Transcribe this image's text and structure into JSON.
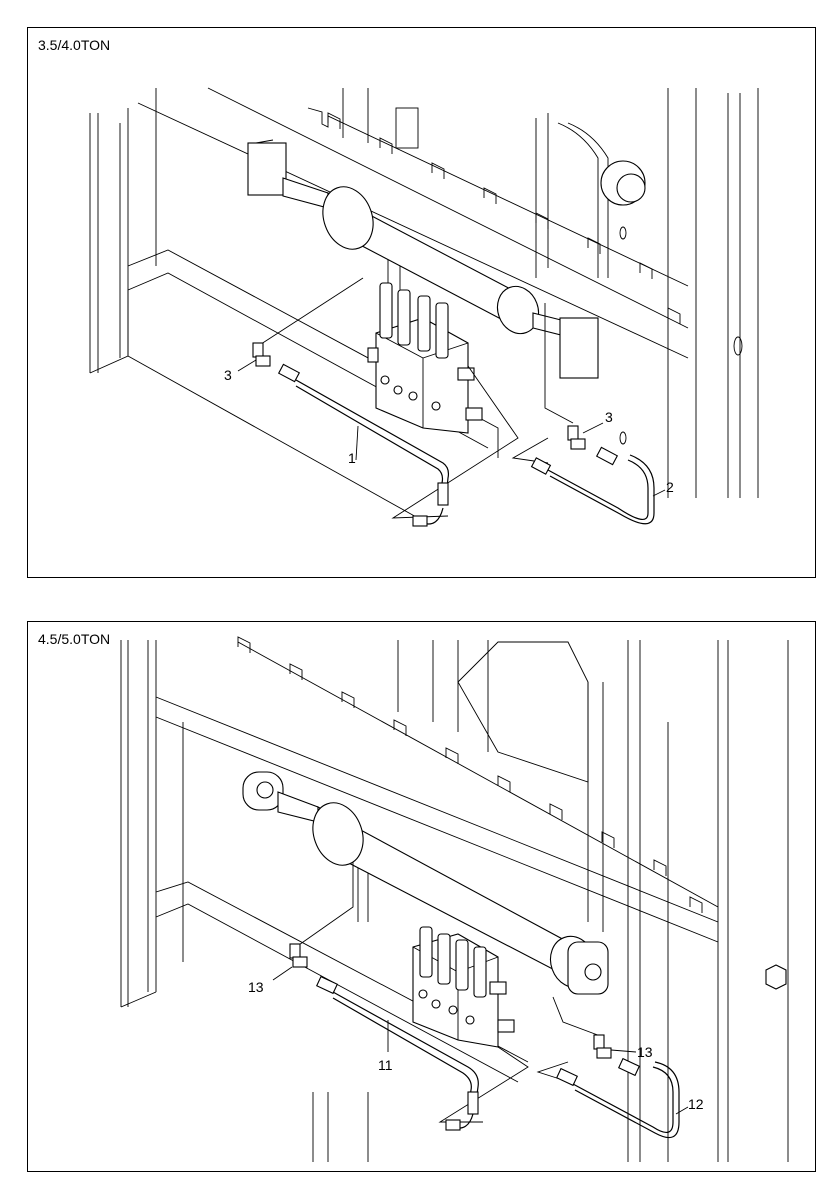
{
  "panels": [
    {
      "title": "3.5/4.0TON",
      "callouts": [
        "1",
        "2",
        "3",
        "3"
      ]
    },
    {
      "title": "4.5/5.0TON",
      "callouts": [
        "11",
        "12",
        "13",
        "13"
      ]
    }
  ]
}
